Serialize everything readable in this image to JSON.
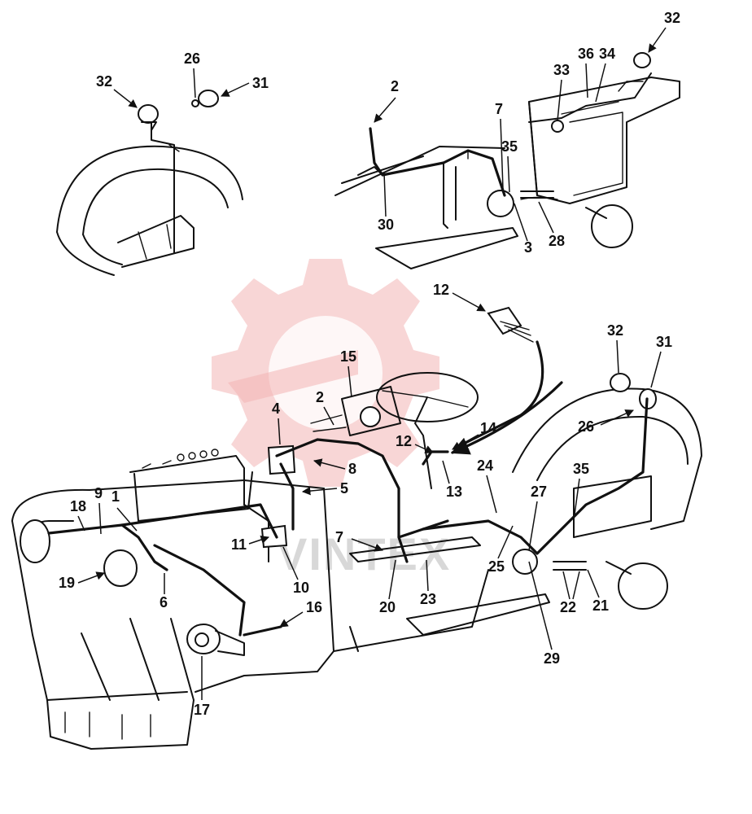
{
  "watermark": {
    "text": "VINTEX",
    "color": "#e88c8c"
  },
  "callouts": {
    "c1": "1",
    "c2a": "2",
    "c2b": "2",
    "c3": "3",
    "c4": "4",
    "c5": "5",
    "c6": "6",
    "c7a": "7",
    "c7b": "7",
    "c8": "8",
    "c9": "9",
    "c10": "10",
    "c11": "11",
    "c12a": "12",
    "c12b": "12",
    "c13": "13",
    "c14": "14",
    "c15": "15",
    "c16": "16",
    "c17": "17",
    "c18": "18",
    "c19": "19",
    "c20": "20",
    "c21": "21",
    "c22": "22",
    "c23": "23",
    "c24": "24",
    "c25": "25",
    "c26a": "26",
    "c26b": "26",
    "c27": "27",
    "c28": "28",
    "c29": "29",
    "c30": "30",
    "c31a": "31",
    "c31b": "31",
    "c32a": "32",
    "c32b": "32",
    "c32c": "32",
    "c33": "33",
    "c34": "34",
    "c35a": "35",
    "c35b": "35",
    "c36": "36"
  }
}
